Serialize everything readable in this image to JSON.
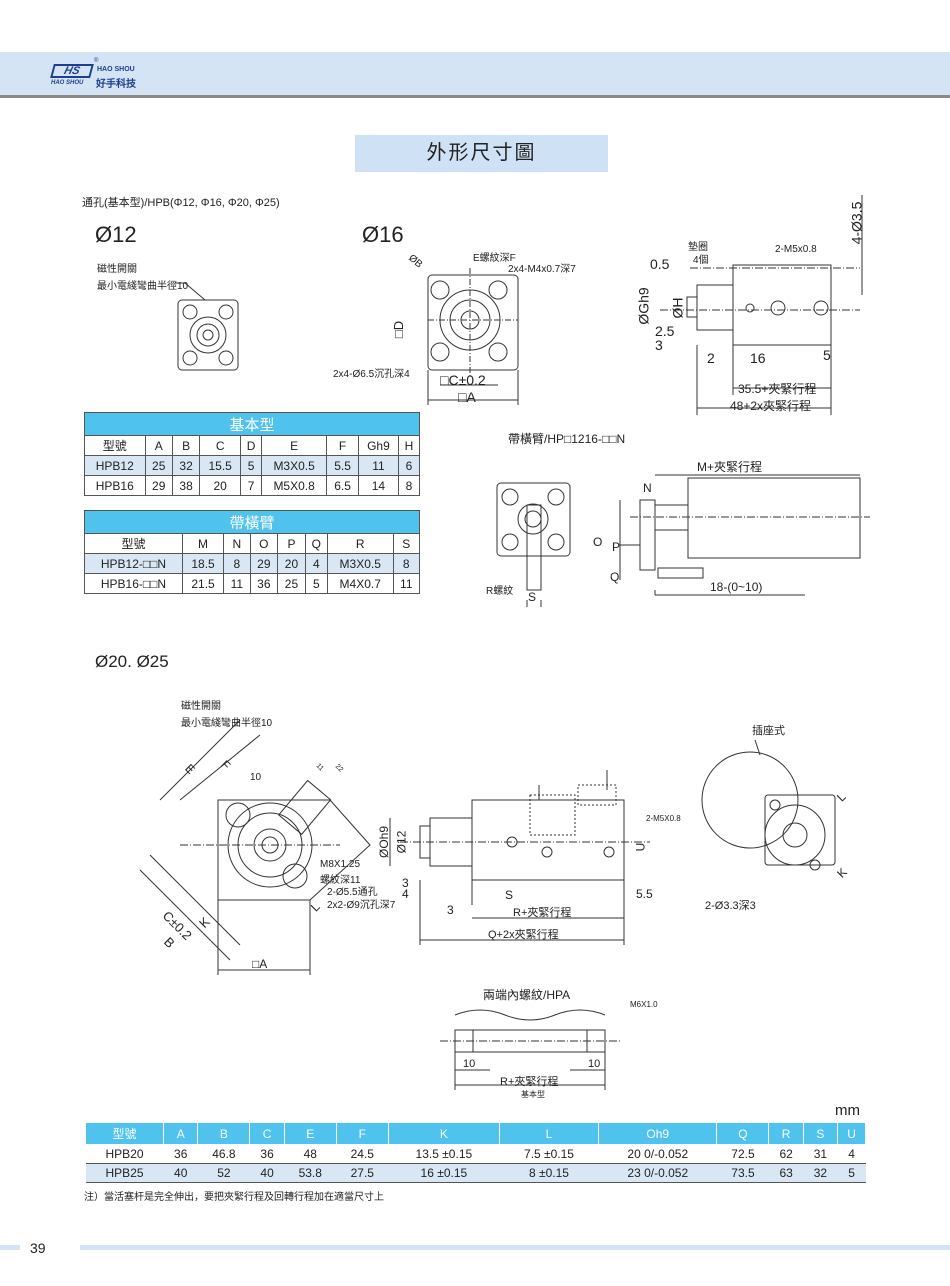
{
  "header": {
    "logo_mark": "HS",
    "logo_en_top": "HAO SHOU",
    "logo_en_bottom": "HAO SHOU",
    "logo_cn": "好手科技",
    "registered": "®"
  },
  "title": "外形尺寸圖",
  "subtitle": "通孔(基本型)/HPB(Φ12, Φ16, Φ20, Φ25)",
  "sections": {
    "d12": "Ø12",
    "d16": "Ø16",
    "d2025": "Ø20. Ø25"
  },
  "labels": {
    "magnetic_switch": "磁性開關",
    "min_bend": "最小電綫彎曲半徑10",
    "phiB": "ØB",
    "e_thread": "E螺紋深F",
    "m4": "2x4-M4x0.7深7",
    "D": "□D",
    "c02": "□C±0.2",
    "A": "□A",
    "cbore": "2x4-Ø6.5沉孔深4",
    "washer": "墊圈",
    "washer4": "4個",
    "m5": "2-M5x0.8",
    "h035": "4-Ø3.5",
    "v05": "0.5",
    "gh9": "ØGh9",
    "h": "ØH",
    "v25": "2.5",
    "v3": "3",
    "v2": "2",
    "v16": "16",
    "v5": "5",
    "l355": "35.5+夾緊行程",
    "l48": "48+2x夾緊行程",
    "arm_title": "帶橫臂/HP□1216-□□N",
    "m_stroke": "M+夾緊行程",
    "N": "N",
    "O": "O",
    "P": "P",
    "Q": "Q",
    "S": "S",
    "r_thread": "R螺紋",
    "arm18": "18-(0~10)",
    "E": "E",
    "F": "F",
    "K": "K",
    "L": "L",
    "C": "C±0.2",
    "B": "B",
    "tol10": "10",
    "v11": "11",
    "v22": "22",
    "m8": "M8X1.25",
    "m8d": "螺紋深11",
    "hole55": "2-Ø5.5通孔",
    "cb9": "2x2-Ø9沉孔深7",
    "oh9": "ØOh9",
    "o12": "Ø12",
    "b3": "3",
    "b4": "4",
    "b3b": "3",
    "bS": "S",
    "r_stroke": "R+夾緊行程",
    "q_stroke": "Q+2x夾緊行程",
    "b55": "5.5",
    "m5b": "2-M5X0.8",
    "U": "U",
    "plug": "插座式",
    "pin": "2-Ø3.3深3",
    "hpa": "兩端內螺紋/HPA",
    "m6": "M6X1.0",
    "h10a": "10",
    "h10b": "10",
    "hpa_r": "R+夾緊行程",
    "basic": "基本型"
  },
  "table_basic": {
    "caption": "基本型",
    "headers": [
      "型號",
      "A",
      "B",
      "C",
      "D",
      "E",
      "F",
      "Gh9",
      "H"
    ],
    "rows": [
      [
        "HPB12",
        "25",
        "32",
        "15.5",
        "5",
        "M3X0.5",
        "5.5",
        "11",
        "6"
      ],
      [
        "HPB16",
        "29",
        "38",
        "20",
        "7",
        "M5X0.8",
        "6.5",
        "14",
        "8"
      ]
    ]
  },
  "table_arm": {
    "caption": "帶橫臂",
    "headers": [
      "型號",
      "M",
      "N",
      "O",
      "P",
      "Q",
      "R",
      "S"
    ],
    "rows": [
      [
        "HPB12-□□N",
        "18.5",
        "8",
        "29",
        "20",
        "4",
        "M3X0.5",
        "8"
      ],
      [
        "HPB16-□□N",
        "21.5",
        "11",
        "36",
        "25",
        "5",
        "M4X0.7",
        "11"
      ]
    ]
  },
  "unit": "mm",
  "table_large": {
    "headers": [
      "型號",
      "A",
      "B",
      "C",
      "E",
      "F",
      "K",
      "L",
      "Oh9",
      "Q",
      "R",
      "S",
      "U"
    ],
    "rows": [
      [
        "HPB20",
        "36",
        "46.8",
        "36",
        "48",
        "24.5",
        "13.5 ±0.15",
        "7.5 ±0.15",
        "20 0/-0.052",
        "72.5",
        "62",
        "31",
        "4"
      ],
      [
        "HPB25",
        "40",
        "52",
        "40",
        "53.8",
        "27.5",
        "16 ±0.15",
        "8 ±0.15",
        "23 0/-0.052",
        "73.5",
        "63",
        "32",
        "5"
      ]
    ]
  },
  "note": "注）當活塞杆是完全伸出，要把夾緊行程及回轉行程加在適當尺寸上",
  "page_number": "39"
}
